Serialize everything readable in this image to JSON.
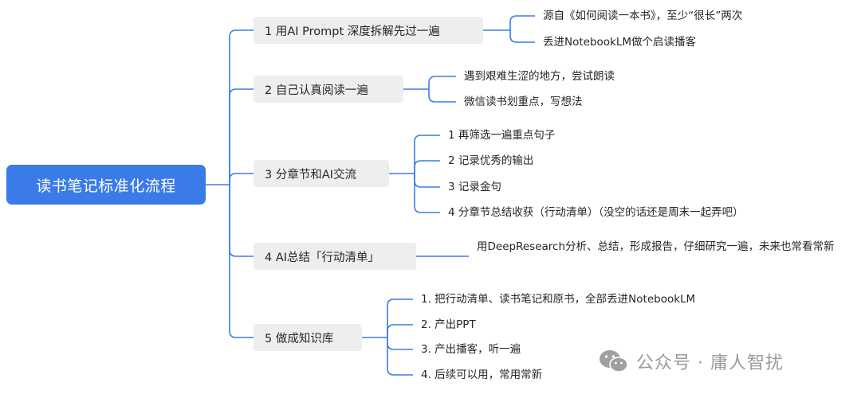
{
  "root": {
    "label": "读书笔记标准化流程"
  },
  "steps": [
    {
      "label": "1 用AI Prompt 深度拆解先过一遍",
      "children": [
        "源自《如何阅读一本书》，至少“很长”两次",
        "丢进NotebookLM做个启读播客"
      ]
    },
    {
      "label": "2 自己认真阅读一遍",
      "children": [
        "遇到艰难生涩的地方，尝试朗读",
        "微信读书划重点，写想法"
      ]
    },
    {
      "label": "3 分章节和AI交流",
      "children": [
        "1 再筛选一遍重点句子",
        "2 记录优秀的输出",
        "3 记录金句",
        "4 分章节总结收获（行动清单）（没空的话还是周末一起弄吧）"
      ]
    },
    {
      "label": "4 AI总结「行动清单」",
      "children": [
        "用DeepResearch分析、总结，形成报告，仔细研究一遍，未来也常看常新"
      ]
    },
    {
      "label": "5 做成知识库",
      "children": [
        "1. 把行动清单、读书笔记和原书，全部丢进NotebookLM",
        "2. 产出PPT",
        "3. 产出播客，听一遍",
        "4. 后续可以用，常用常新"
      ]
    }
  ],
  "watermark": {
    "text": "公众号 · 庸人智扰",
    "icon": "wechat-icon"
  },
  "colors": {
    "root_bg": "#3a7be8",
    "link": "#3a7be8",
    "step_bg": "#eeeeee",
    "text": "#262626",
    "watermark": "#9a9a9a"
  }
}
